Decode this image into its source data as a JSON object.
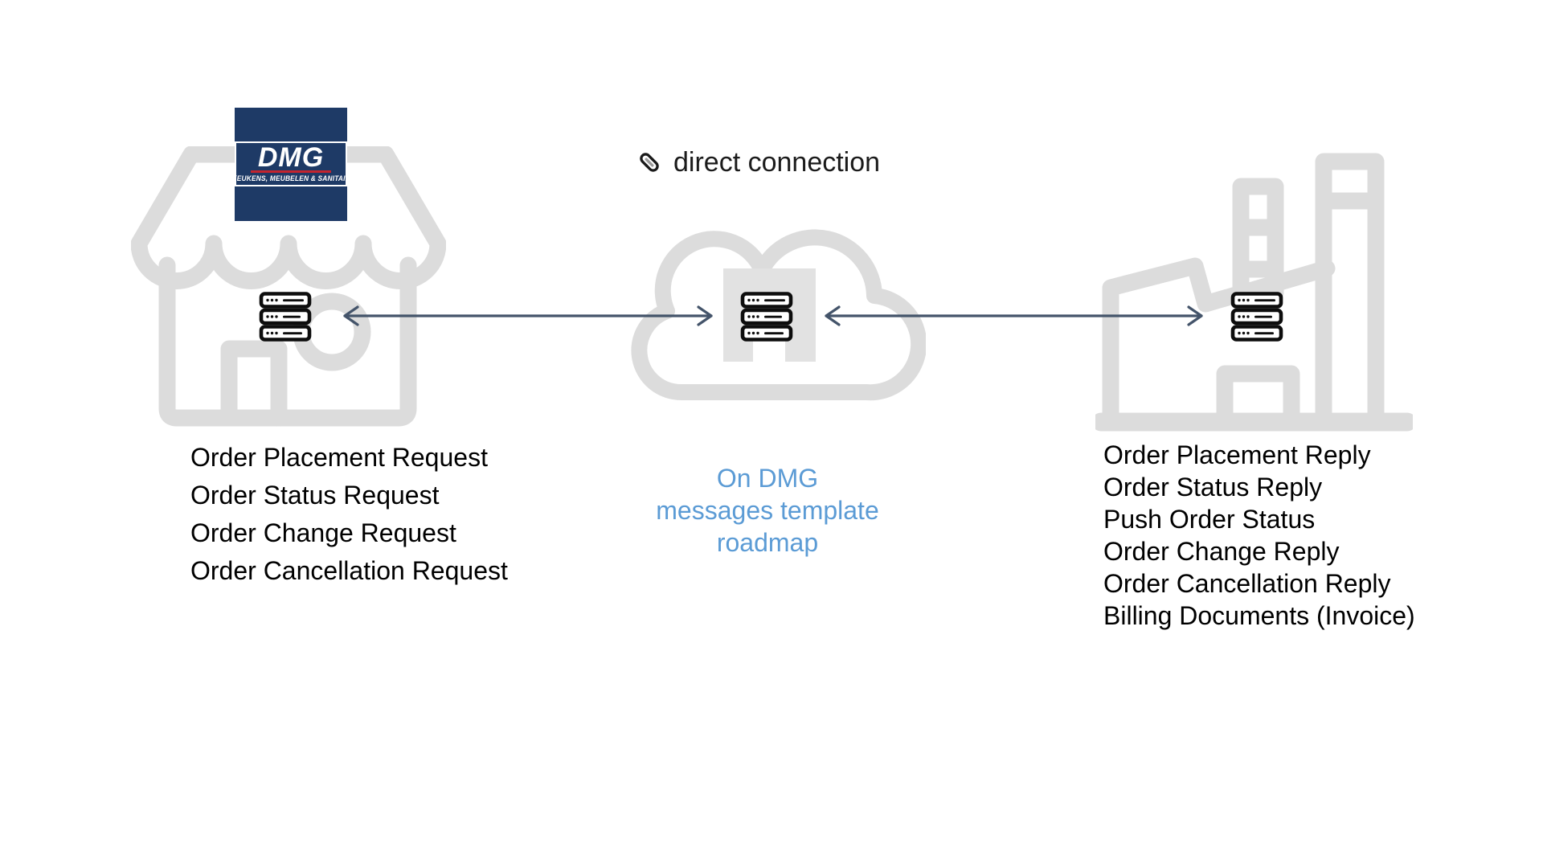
{
  "colors": {
    "background": "#ffffff",
    "icon_gray": "#dcdcdc",
    "fill_gray": "#e2e2e2",
    "connector": "#44546a",
    "accent_blue": "#5b9bd5",
    "logo_navy": "#1e3a66",
    "logo_red": "#c4242e"
  },
  "connection": {
    "icon": "link-icon",
    "label": "direct connection"
  },
  "logo": {
    "title": "DMG",
    "subtitle": "KEUKENS, MEUBELEN & SANITAIR"
  },
  "nodes": {
    "store": {
      "icon": "storefront-icon",
      "server_icon": "server-stack-icon",
      "messages": [
        "Order Placement Request",
        "Order Status Request",
        "Order Change Request",
        "Order Cancellation Request"
      ]
    },
    "cloud": {
      "icon": "cloud-icon",
      "server_icon": "server-stack-icon",
      "caption_lines": [
        "On DMG",
        "messages template",
        "roadmap"
      ]
    },
    "factory": {
      "icon": "factory-icon",
      "server_icon": "server-stack-icon",
      "messages": [
        "Order Placement Reply",
        "Order Status Reply",
        "Push Order Status",
        "Order Change Reply",
        "Order Cancellation Reply",
        "Billing Documents (Invoice)"
      ]
    }
  }
}
